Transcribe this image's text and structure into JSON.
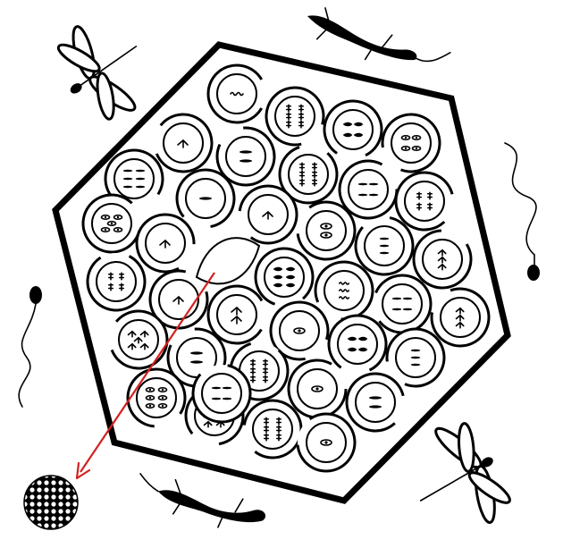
{
  "puzzle": {
    "colors": {
      "ink": "#000000",
      "paper": "#ffffff",
      "arrow": "#d42020"
    },
    "decorations": [
      "dragonfly-icon",
      "lizard-icon",
      "tadpole-icon",
      "lizard-icon",
      "dragonfly-icon",
      "tadpole-icon"
    ],
    "tiles": [
      {
        "glyph": "wave",
        "count": 1
      },
      {
        "glyph": "bug",
        "count": 6
      },
      {
        "glyph": "fish",
        "count": 4
      },
      {
        "glyph": "eye",
        "count": 4
      },
      {
        "glyph": "bird",
        "count": 1
      },
      {
        "glyph": "dash",
        "count": 2
      },
      {
        "glyph": "bug",
        "count": 6
      },
      {
        "glyph": "dash",
        "count": 4
      },
      {
        "glyph": "bug",
        "count": 4
      },
      {
        "glyph": "dash",
        "count": 6
      },
      {
        "glyph": "dash",
        "count": 1
      },
      {
        "glyph": "bird",
        "count": 1
      },
      {
        "glyph": "eye",
        "count": 2
      },
      {
        "glyph": "dash",
        "count": 3
      },
      {
        "glyph": "bird",
        "count": 3
      },
      {
        "glyph": "eye",
        "count": 5
      },
      {
        "glyph": "bird",
        "count": 1
      },
      {
        "glyph": "fish",
        "count": 6
      },
      {
        "glyph": "wave",
        "count": 3
      },
      {
        "glyph": "dash",
        "count": 4
      },
      {
        "glyph": "bird",
        "count": 3
      },
      {
        "glyph": "bug",
        "count": 4
      },
      {
        "glyph": "bird",
        "count": 1
      },
      {
        "glyph": "bird",
        "count": 2
      },
      {
        "glyph": "eye",
        "count": 1
      },
      {
        "glyph": "fish",
        "count": 4
      },
      {
        "glyph": "dash",
        "count": 3
      },
      {
        "glyph": "bird",
        "count": 5
      },
      {
        "glyph": "dash",
        "count": 2
      },
      {
        "glyph": "bug",
        "count": 6
      },
      {
        "glyph": "eye",
        "count": 1
      },
      {
        "glyph": "dash",
        "count": 2
      },
      {
        "glyph": "eye",
        "count": 6
      },
      {
        "glyph": "bird",
        "count": 6
      },
      {
        "glyph": "bug",
        "count": 6
      },
      {
        "glyph": "eye",
        "count": 1
      },
      {
        "glyph": "dash",
        "count": 4
      }
    ],
    "preview": {
      "icon": "sphere-icon"
    }
  }
}
